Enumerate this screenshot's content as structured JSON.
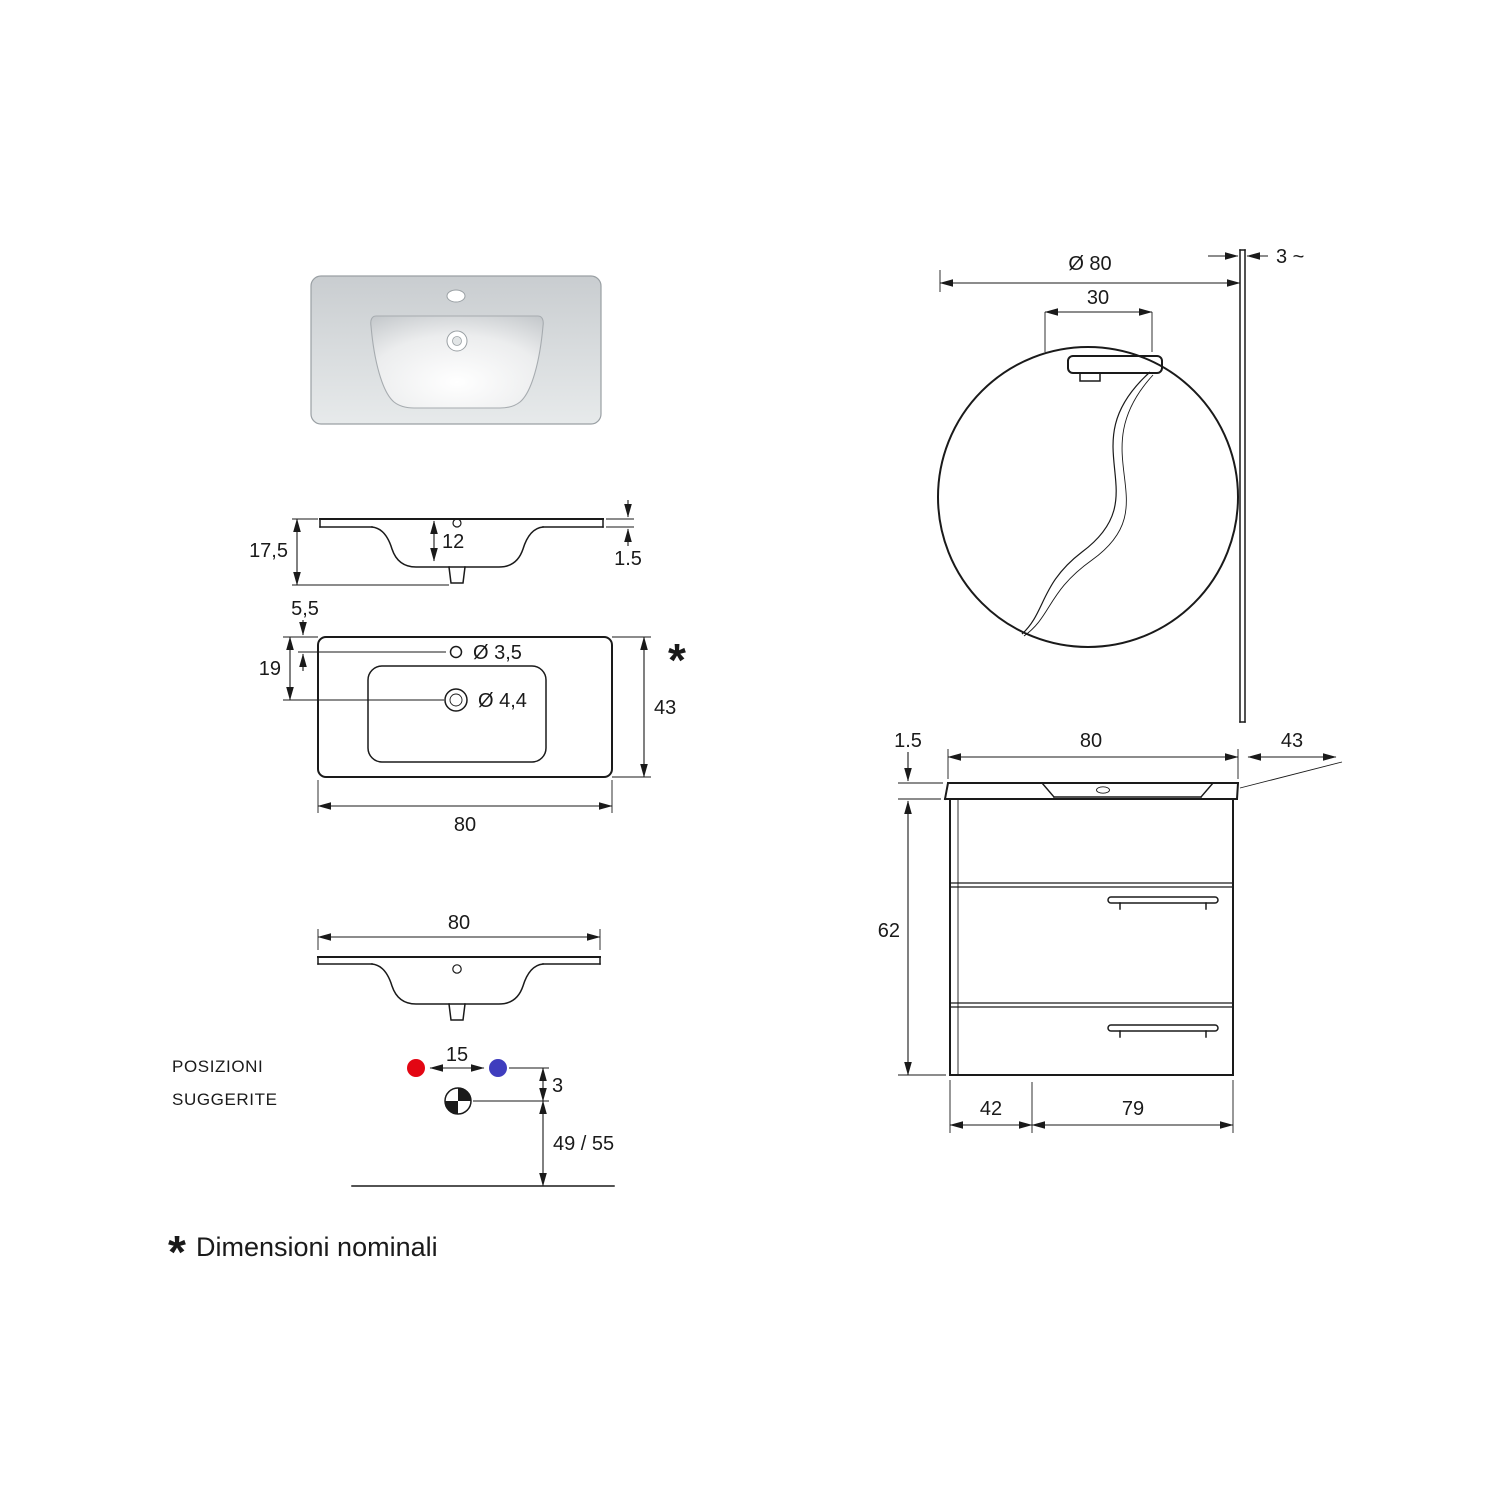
{
  "drawing": {
    "washbasin_section": {
      "total_height": "17,5",
      "basin_depth": "12",
      "rim_thickness": "1.5"
    },
    "washbasin_plan": {
      "faucet_offset": "5,5",
      "drain_offset": "19",
      "faucet_hole_diameter": "Ø 3,5",
      "drain_hole_diameter": "Ø 4,4",
      "depth": "43",
      "width": "80",
      "nominal_mark": "*"
    },
    "connection_positions": {
      "width": "80",
      "outlet_spacing": "15",
      "drain_offset": "3",
      "height_range": "49 / 55",
      "caption_line1": "POSIZIONI",
      "caption_line2": "SUGGERITE"
    },
    "mirror": {
      "diameter": "Ø 80",
      "lamp_width": "30",
      "thickness": "3 ~"
    },
    "vanity": {
      "top_thickness": "1.5",
      "top_width": "80",
      "top_depth": "43",
      "height": "62",
      "base_depth": "42",
      "base_width": "79"
    },
    "footnote": {
      "mark": "*",
      "text": "Dimensioni nominali"
    }
  },
  "colors": {
    "line": "#1a1a1a",
    "hot_outlet": "#e30613",
    "cold_outlet": "#3f3dbe"
  }
}
